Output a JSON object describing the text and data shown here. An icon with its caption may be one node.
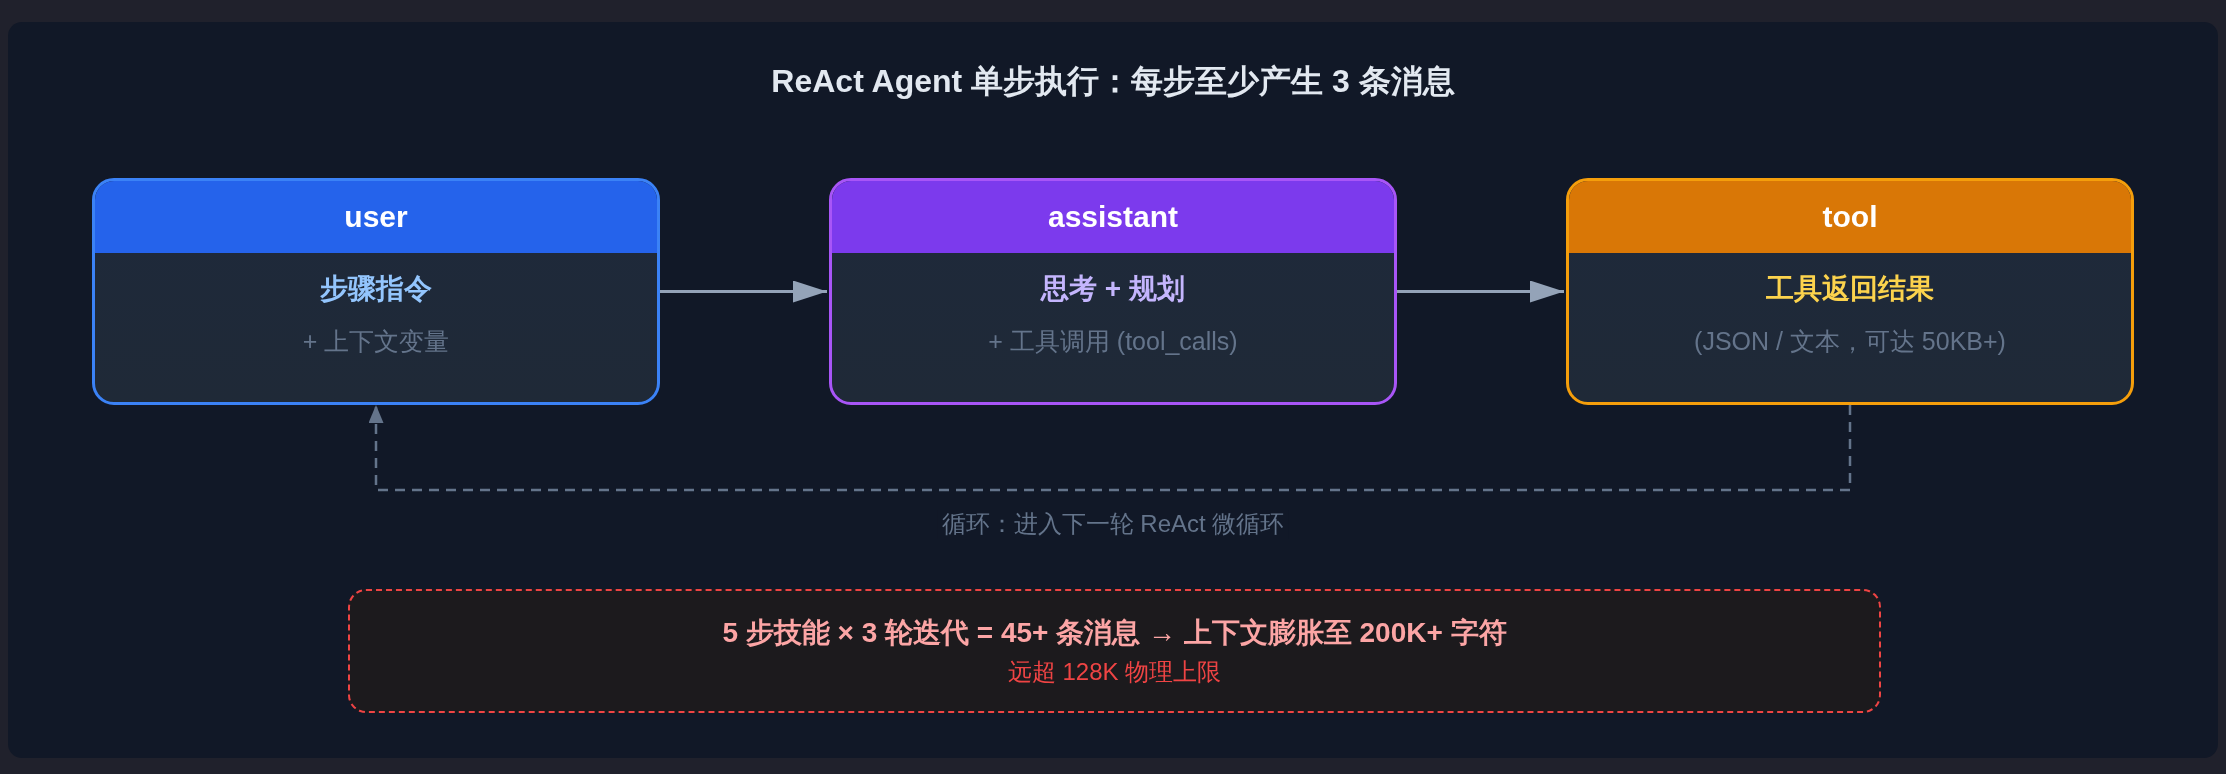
{
  "diagram": {
    "title": "ReAct Agent 单步执行：每步至少产生 3 条消息",
    "nodes": [
      {
        "text": [
          "user",
          "步骤指令",
          "+ 上下文变量"
        ]
      },
      {
        "text": [
          "assistant",
          "思考 + 规划",
          "+ 工具调用 (tool_calls)"
        ]
      },
      {
        "text": [
          "tool",
          "工具返回结果",
          "(JSON / 文本，可达 50KB+)"
        ]
      },
      {
        "text": [
          "5 步技能 × 3 轮迭代 = 45+ 条消息 → 上下文膨胀至 200K+ 字符",
          "远超 128K 物理上限"
        ]
      }
    ],
    "edges": [
      {
        "from": 0,
        "to": 1,
        "arrow": "to"
      },
      {
        "from": 1,
        "to": 2,
        "arrow": "to"
      },
      {
        "from": 2,
        "to": 0,
        "arrow": "to",
        "label": "循环：进入下一轮 ReAct 微循环",
        "style": "dashed",
        "color": "#64748b"
      }
    ]
  }
}
